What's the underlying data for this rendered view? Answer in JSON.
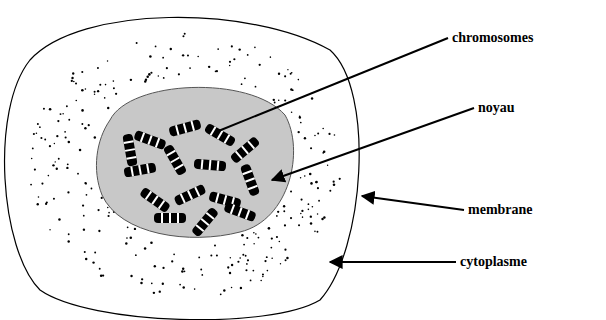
{
  "diagram": {
    "labels": [
      "chromosomes",
      "noyau",
      "membrane",
      "cytoplasme"
    ]
  }
}
